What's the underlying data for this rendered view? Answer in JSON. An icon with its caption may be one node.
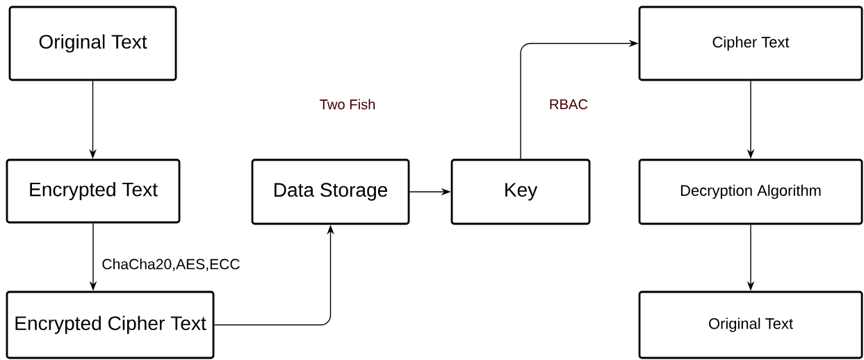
{
  "diagram": {
    "nodes": [
      {
        "text": [
          "Original Text"
        ]
      },
      {
        "text": [
          "Encrypted Text"
        ]
      },
      {
        "text": [
          "Encrypted Cipher Text"
        ]
      },
      {
        "text": [
          "Data Storage"
        ]
      },
      {
        "text": [
          "Key"
        ]
      },
      {
        "text": [
          "Cipher Text"
        ]
      },
      {
        "text": [
          "Decryption Algorithm"
        ]
      },
      {
        "text": [
          "Original Text"
        ]
      }
    ],
    "edges": [
      {
        "from": 0,
        "to": 1,
        "arrow": "to"
      },
      {
        "from": 1,
        "to": 2,
        "arrow": "to",
        "label": "ChaCha20,AES,ECC"
      },
      {
        "from": 2,
        "to": 3,
        "arrow": "to"
      },
      {
        "from": 3,
        "to": 4,
        "arrow": "to"
      },
      {
        "from": 4,
        "to": 5,
        "arrow": "to"
      },
      {
        "from": 5,
        "to": 6,
        "arrow": "to"
      },
      {
        "from": 6,
        "to": 7,
        "arrow": "to"
      }
    ],
    "labels": [
      "Two Fish",
      "RBAC"
    ]
  }
}
